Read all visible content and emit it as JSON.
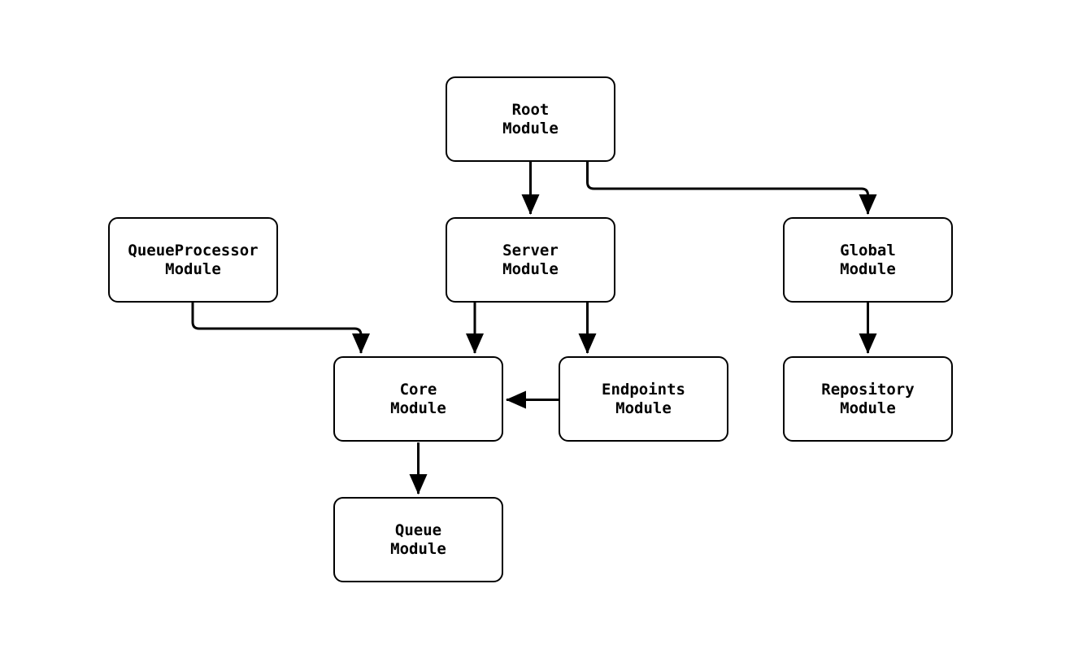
{
  "diagram": {
    "type": "module-dependency-graph",
    "colors": {
      "background": "#ffffff",
      "node_fill": "#ffffff",
      "node_border": "#000000",
      "edge_stroke": "#000000",
      "text": "#000000"
    },
    "nodes": {
      "root": {
        "label": "Root\nModule"
      },
      "queueprocessor": {
        "label": "QueueProcessor\nModule"
      },
      "server": {
        "label": "Server\nModule"
      },
      "global": {
        "label": "Global\nModule"
      },
      "core": {
        "label": "Core\nModule"
      },
      "endpoints": {
        "label": "Endpoints\nModule"
      },
      "repository": {
        "label": "Repository\nModule"
      },
      "queue": {
        "label": "Queue\nModule"
      }
    },
    "edges": [
      {
        "from": "Root Module",
        "to": "Server Module"
      },
      {
        "from": "Root Module",
        "to": "Global Module"
      },
      {
        "from": "QueueProcessor Module",
        "to": "Core Module"
      },
      {
        "from": "Server Module",
        "to": "Core Module"
      },
      {
        "from": "Server Module",
        "to": "Endpoints Module"
      },
      {
        "from": "Endpoints Module",
        "to": "Core Module"
      },
      {
        "from": "Global Module",
        "to": "Repository Module"
      },
      {
        "from": "Core Module",
        "to": "Queue Module"
      }
    ]
  }
}
